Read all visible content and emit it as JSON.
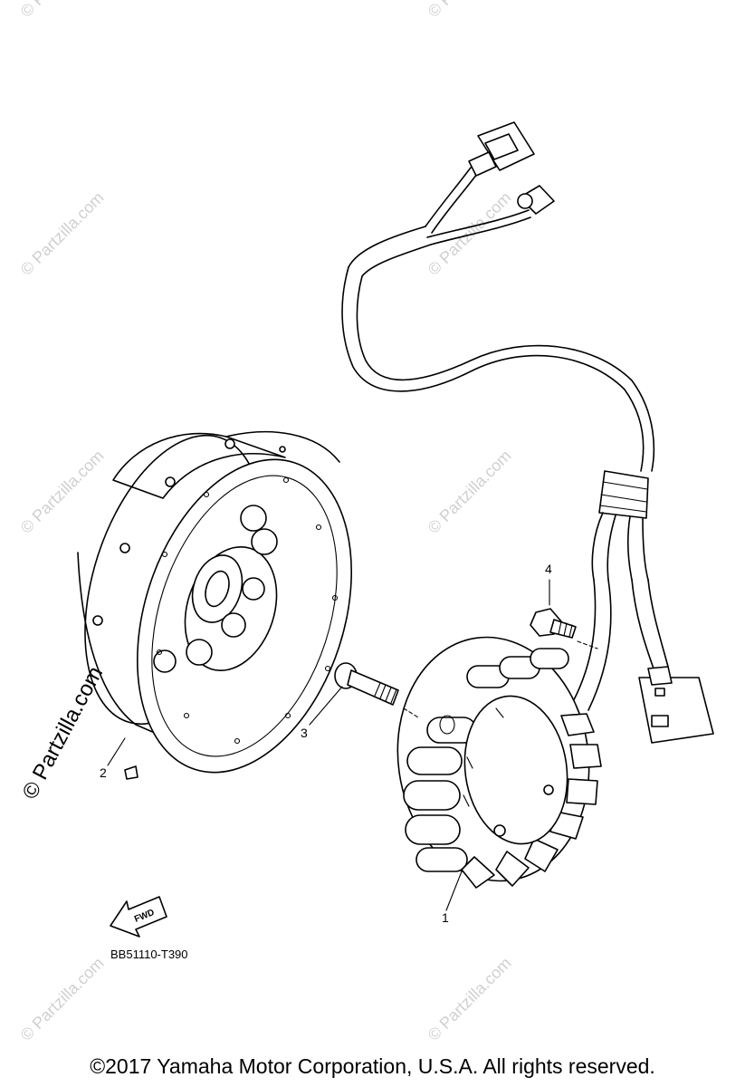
{
  "watermark": "© Partzilla.com",
  "side_watermark": "© Partzilla.com",
  "callouts": {
    "p1": "1",
    "p2": "2",
    "p3": "3",
    "p4": "4"
  },
  "fwd_label": "FWD",
  "diagram_code": "BB51110-T390",
  "copyright": "©2017 Yamaha Motor Corporation, U.S.A. All rights reserved."
}
